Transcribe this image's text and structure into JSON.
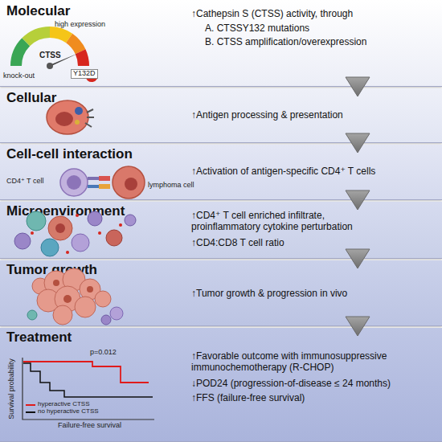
{
  "diagram": {
    "nodes": [
      {
        "text": [
          "Molecular",
          "↑Cathepsin S (CTSS) activity, through",
          "A. CTSSY132 mutations",
          "B. CTSS amplification/overexpression"
        ]
      },
      {
        "text": [
          "Cellular",
          "↑Antigen processing & presentation"
        ]
      },
      {
        "text": [
          "Cell-cell interaction",
          "↑Activation of antigen-specific CD4⁺ T cells"
        ]
      },
      {
        "text": [
          "Microenvironment",
          "↑CD4⁺ T cell enriched infiltrate, proinflammatory cytokine perturbation",
          "↑CD4:CD8 T cell ratio"
        ]
      },
      {
        "text": [
          "Tumor growth",
          "↑Tumor growth & progression in vivo"
        ]
      },
      {
        "text": [
          "Treatment",
          "↑Favorable outcome with immunosuppressive immunochemotherapy (R-CHOP)",
          "↓POD24 (progression-of-disease ≤ 24 months)",
          "↑FFS (failure-free survival)"
        ]
      }
    ],
    "edges": [
      {
        "from": 0,
        "to": 1,
        "arrow": "to"
      },
      {
        "from": 1,
        "to": 2,
        "arrow": "to"
      },
      {
        "from": 2,
        "to": 3,
        "arrow": "to"
      },
      {
        "from": 3,
        "to": 4,
        "arrow": "to"
      },
      {
        "from": 4,
        "to": 5,
        "arrow": "to"
      }
    ],
    "labels": [
      "high expression",
      "knock-out",
      "CTSS",
      "Y132D",
      "CD4⁺ T cell",
      "lymphoma cell",
      "p=0.012",
      "Survival probability",
      "Failure-free survival"
    ],
    "legend": [
      {
        "text": "hyperactive CTSS"
      },
      {
        "text": "no hyperactive CTSS"
      }
    ]
  }
}
